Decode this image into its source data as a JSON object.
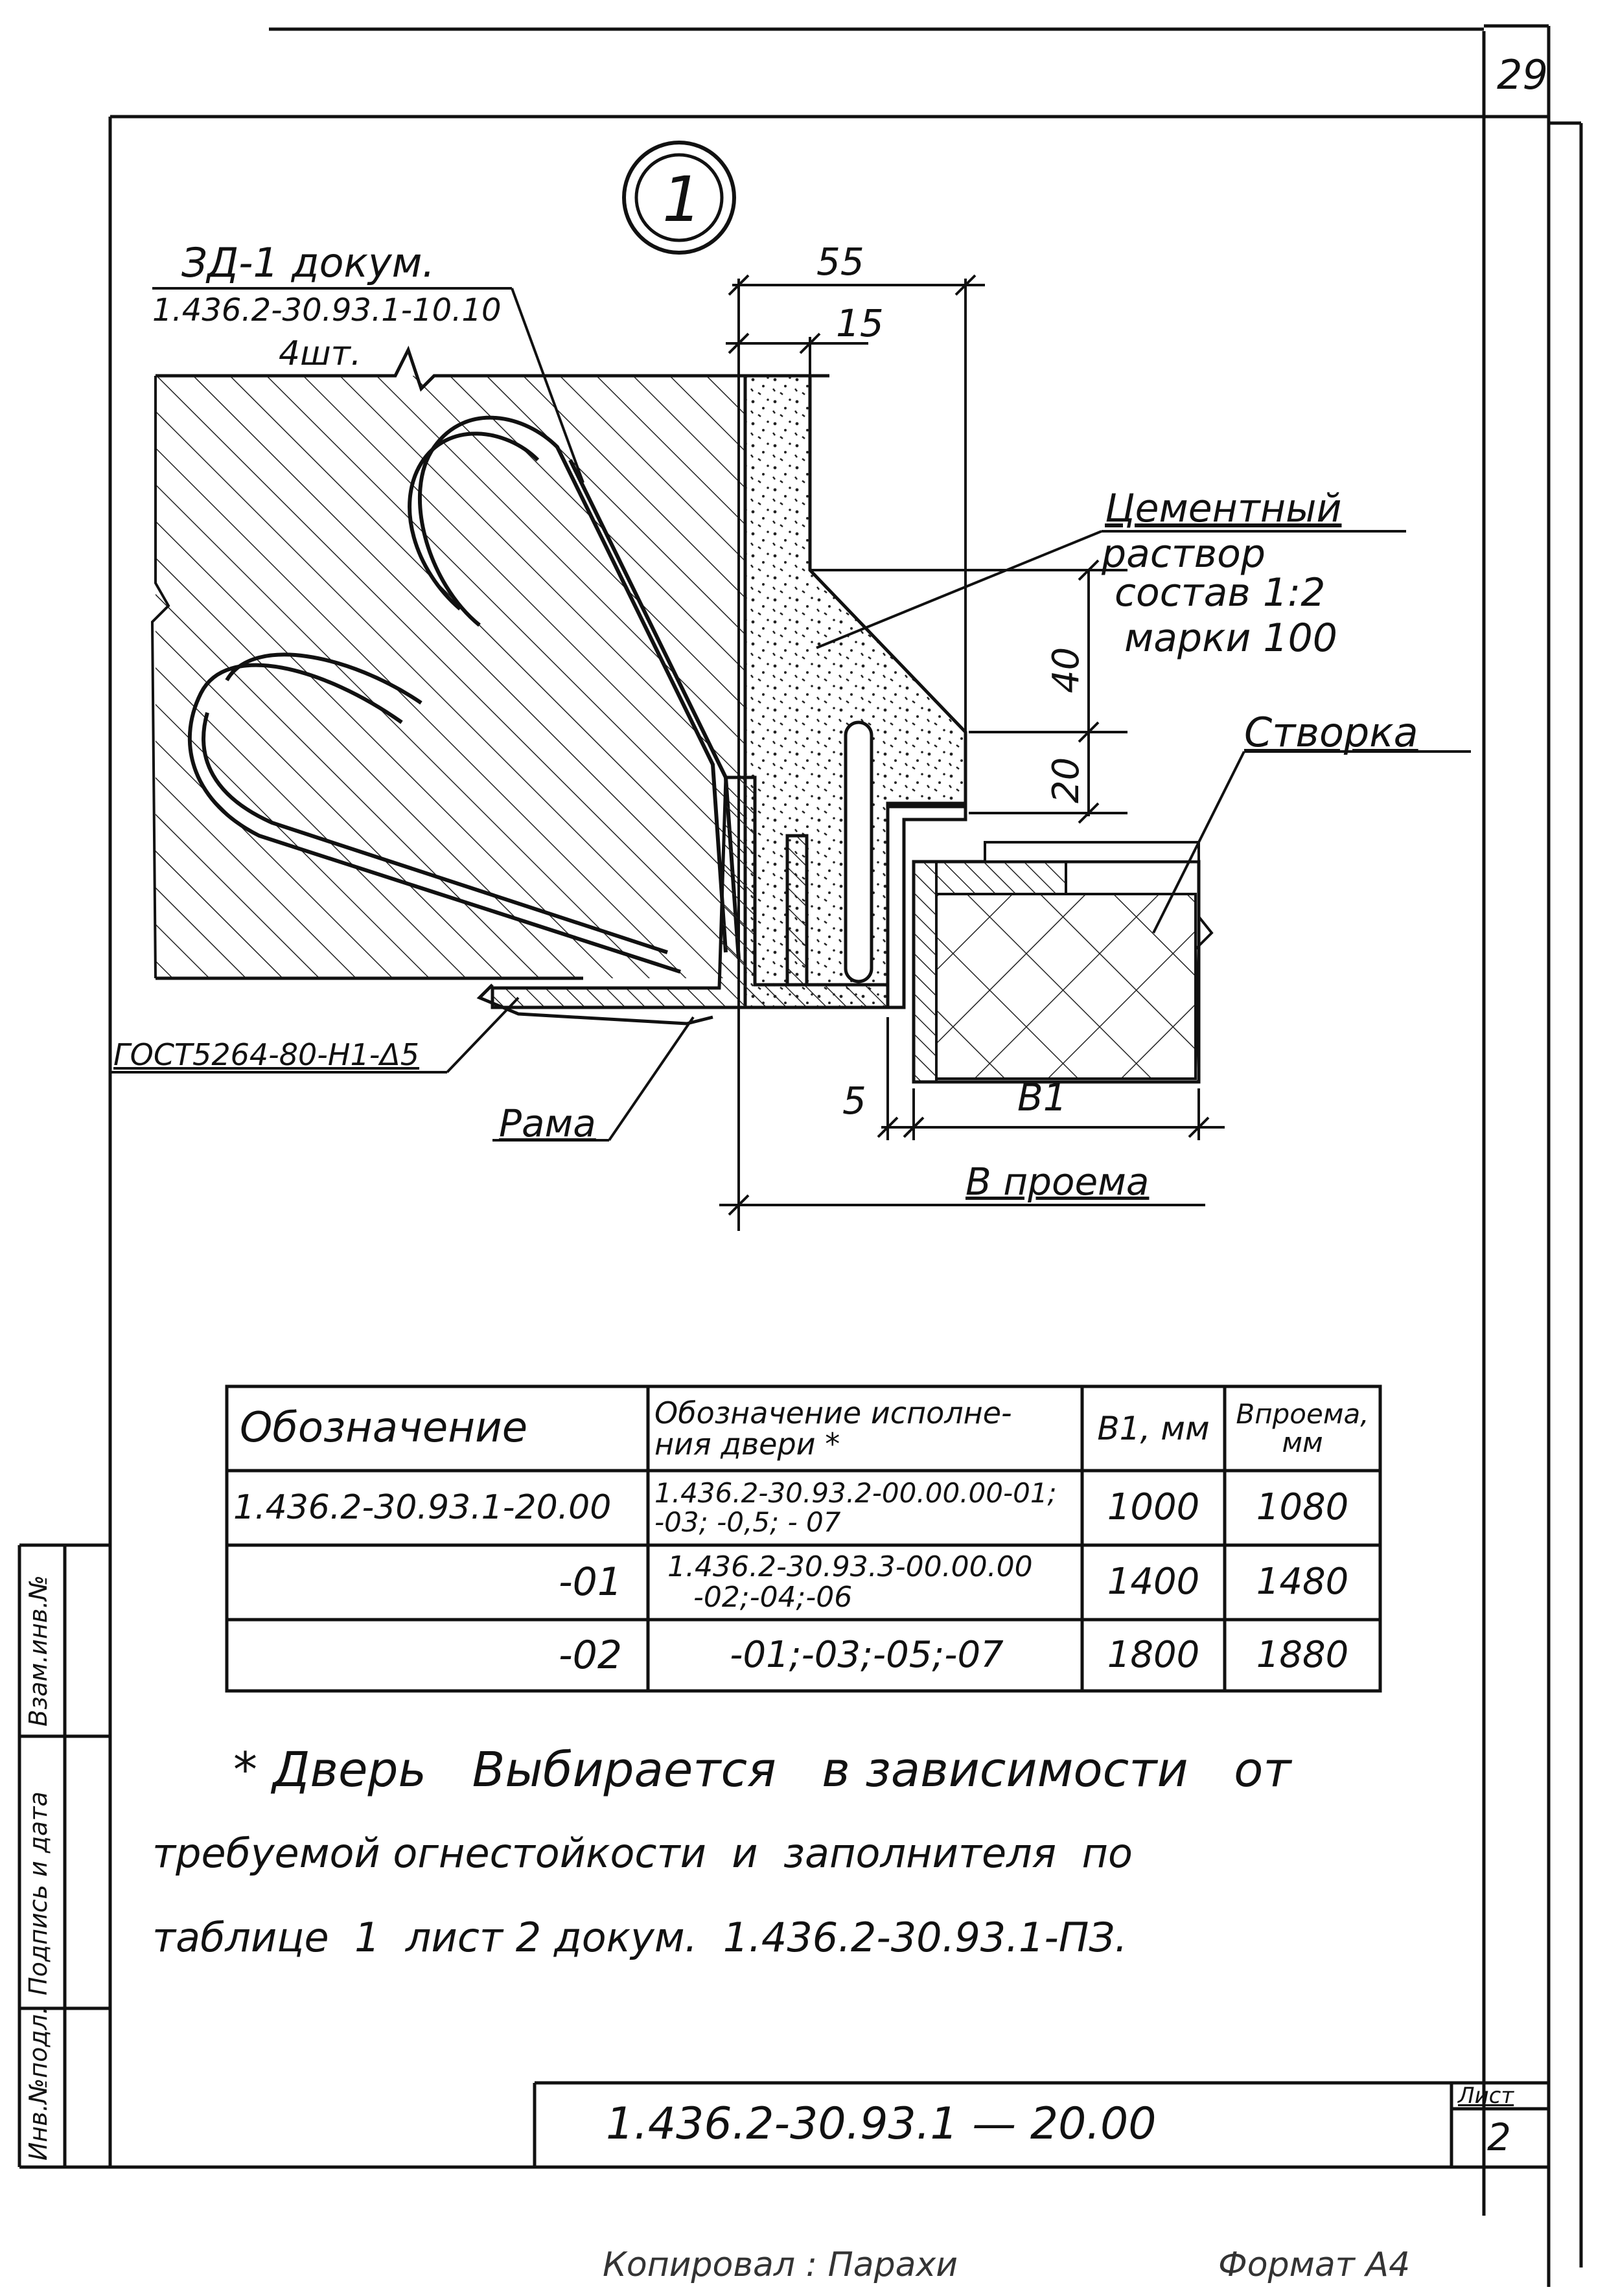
{
  "page_number": "29",
  "detail_marker": "1",
  "callouts": {
    "anchor_line1": "ЗД-1 докум.",
    "anchor_line2": "1.436.2-30.93.1-10.10",
    "anchor_line3": "4шт.",
    "cement_line1": "Цементный",
    "cement_line2": "раствор",
    "cement_line3": "состав 1:2",
    "cement_line4": "марки 100",
    "sash": "Створка",
    "weld": "ГОСТ5264-80-Н1-Δ5",
    "frame": "Рама"
  },
  "dimensions": {
    "d55": "55",
    "d15": "15",
    "d40": "40",
    "d20": "20",
    "d5": "5",
    "dB1": "В1",
    "opening": "В проема"
  },
  "table": {
    "headers": {
      "designation": "Обозначение",
      "variant_line1": "Обозначение исполне-",
      "variant_line2": "ния двери *",
      "b1": "В1, мм",
      "opening_line1": "Впроема,",
      "opening_line2": "мм"
    },
    "rows": [
      {
        "designation": "1.436.2-30.93.1-20.00",
        "variant_line1": "1.436.2-30.93.2-00.00.00-01;",
        "variant_line2": "-03; -0,5; - 07",
        "b1": "1000",
        "opening": "1080"
      },
      {
        "designation": "-01",
        "variant_line1": "1.436.2-30.93.3-00.00.00",
        "variant_line2": "-02;-04;-06",
        "b1": "1400",
        "opening": "1480"
      },
      {
        "designation": "-02",
        "variant_line1": "-01;-03;-05;-07",
        "variant_line2": "",
        "b1": "1800",
        "opening": "1880"
      }
    ]
  },
  "note": {
    "line1": "* Дверь   Выбирается   в зависимости   от",
    "line2": "требуемой огнестойкости  и  заполнителя  по",
    "line3": "таблице  1  лист 2 докум.  1.436.2-30.93.1-ПЗ."
  },
  "side_stamp": {
    "inv_no": "Инв.№подл.",
    "signature_date": "Подпись и дата",
    "replacing_inv": "Взам.инв.№"
  },
  "title_block": {
    "doc_number": "1.436.2-30.93.1 — 20.00",
    "sheet_label": "Лист",
    "sheet_number": "2"
  },
  "footer": {
    "copied": "Копировал : Парахи",
    "format": "Формат А4"
  }
}
